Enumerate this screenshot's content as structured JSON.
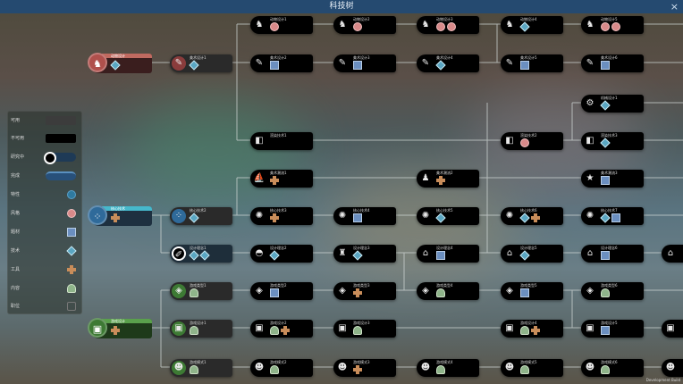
{
  "window": {
    "title": "科技树",
    "close_icon": "×"
  },
  "legend": {
    "items": [
      {
        "label": "可用",
        "swatch": "available"
      },
      {
        "label": "不可用",
        "swatch": "unavailable"
      },
      {
        "label": "研究中",
        "swatch": "in-progress"
      },
      {
        "label": "完成",
        "swatch": "completed"
      },
      {
        "label": "特性",
        "swatch": "feature"
      },
      {
        "label": "风格",
        "swatch": "style"
      },
      {
        "label": "题材",
        "swatch": "topic"
      },
      {
        "label": "技术",
        "swatch": "tech"
      },
      {
        "label": "工具",
        "swatch": "tool"
      },
      {
        "label": "内容",
        "swatch": "content"
      },
      {
        "label": "职位",
        "swatch": "position"
      }
    ]
  },
  "colors": {
    "title_bar": "#254a70",
    "root_red": "#b0504c",
    "root_cyan": "#46b8cc",
    "root_green": "#5aa04c",
    "node_bg": "#000000"
  },
  "roots": [
    {
      "label": "动物设计",
      "icon": "horse",
      "color": "red",
      "tags": [
        "tech"
      ]
    },
    {
      "label": "核心技术",
      "icon": "gear-grid",
      "color": "cyan",
      "tags": [
        "tool"
      ]
    },
    {
      "label": "游戏设计",
      "icon": "screen",
      "color": "green",
      "tags": [
        "tool"
      ]
    }
  ],
  "nodes": [
    {
      "label": "美术设计1",
      "icon": "brush",
      "tags": [
        "tech"
      ]
    },
    {
      "label": "动物设计1",
      "icon": "horse",
      "tags": [
        "style"
      ]
    },
    {
      "label": "动物设计2",
      "icon": "horse",
      "tags": [
        "style"
      ]
    },
    {
      "label": "动物设计3",
      "icon": "horse",
      "tags": [
        "style",
        "style"
      ]
    },
    {
      "label": "动物设计4",
      "icon": "horse",
      "tags": [
        "tech"
      ]
    },
    {
      "label": "动物设计5",
      "icon": "horse",
      "tags": [
        "style",
        "style"
      ]
    },
    {
      "label": "美术设计2",
      "icon": "brush",
      "tags": [
        "topic"
      ]
    },
    {
      "label": "美术设计3",
      "icon": "brush",
      "tags": [
        "topic"
      ]
    },
    {
      "label": "美术设计4",
      "icon": "brush",
      "tags": [
        "tech"
      ]
    },
    {
      "label": "美术设计5",
      "icon": "brush",
      "tags": [
        "topic"
      ]
    },
    {
      "label": "美术设计6",
      "icon": "brush",
      "tags": [
        "topic"
      ]
    },
    {
      "label": "机械设计1",
      "icon": "robot",
      "tags": [
        "tech"
      ]
    },
    {
      "label": "渲染技术1",
      "icon": "cube",
      "tags": []
    },
    {
      "label": "渲染技术2",
      "icon": "cube",
      "tags": [
        "style"
      ]
    },
    {
      "label": "渲染技术3",
      "icon": "cube",
      "tags": [
        "tech"
      ]
    },
    {
      "label": "美术潮流1",
      "icon": "sail",
      "tags": [
        "tool"
      ]
    },
    {
      "label": "美术潮流2",
      "icon": "bust",
      "tags": [
        "tool"
      ]
    },
    {
      "label": "美术潮流3",
      "icon": "star",
      "tags": [
        "topic"
      ]
    },
    {
      "label": "核心技术2",
      "icon": "gear-grid",
      "tags": [
        "tech"
      ]
    },
    {
      "label": "核心技术3",
      "icon": "gear",
      "tags": [
        "tool"
      ]
    },
    {
      "label": "核心技术4",
      "icon": "gear",
      "tags": [
        "topic"
      ]
    },
    {
      "label": "核心技术5",
      "icon": "gear",
      "tags": [
        "tech"
      ]
    },
    {
      "label": "核心技术6",
      "icon": "gear",
      "tags": [
        "tech",
        "tool"
      ]
    },
    {
      "label": "核心技术7",
      "icon": "gear",
      "tags": [
        "tech",
        "topic"
      ]
    },
    {
      "label": "设计理念1",
      "icon": "pen",
      "tags": [
        "tech",
        "tech"
      ]
    },
    {
      "label": "设计理念2",
      "icon": "dome",
      "tags": [
        "tech"
      ]
    },
    {
      "label": "设计理念3",
      "icon": "tower",
      "tags": [
        "tech"
      ]
    },
    {
      "label": "设计理念4",
      "icon": "temple",
      "tags": [
        "topic"
      ]
    },
    {
      "label": "设计理念5",
      "icon": "temple",
      "tags": [
        "tech"
      ]
    },
    {
      "label": "设计理念6",
      "icon": "temple",
      "tags": [
        "topic"
      ]
    },
    {
      "label": "游戏类型1",
      "icon": "gamepad",
      "tags": [
        "content"
      ]
    },
    {
      "label": "游戏类型2",
      "icon": "gamepad",
      "tags": [
        "topic"
      ]
    },
    {
      "label": "游戏类型3",
      "icon": "gamepad",
      "tags": [
        "tool"
      ]
    },
    {
      "label": "游戏类型4",
      "icon": "gamepad",
      "tags": [
        "content"
      ]
    },
    {
      "label": "游戏类型5",
      "icon": "gamepad",
      "tags": [
        "topic"
      ]
    },
    {
      "label": "游戏类型6",
      "icon": "gamepad",
      "tags": [
        "content"
      ]
    },
    {
      "label": "游戏设计1",
      "icon": "screen",
      "tags": [
        "content"
      ]
    },
    {
      "label": "游戏设计2",
      "icon": "screen",
      "tags": [
        "content",
        "tool"
      ]
    },
    {
      "label": "游戏设计3",
      "icon": "screen",
      "tags": [
        "content"
      ]
    },
    {
      "label": "游戏设计4",
      "icon": "screen",
      "tags": [
        "content",
        "tool"
      ]
    },
    {
      "label": "游戏设计5",
      "icon": "screen",
      "tags": [
        "topic"
      ]
    },
    {
      "label": "游戏模式1",
      "icon": "head",
      "tags": [
        "content"
      ]
    },
    {
      "label": "游戏模式2",
      "icon": "head",
      "tags": [
        "content"
      ]
    },
    {
      "label": "游戏模式3",
      "icon": "head",
      "tags": [
        "tool"
      ]
    },
    {
      "label": "游戏模式4",
      "icon": "head",
      "tags": [
        "content"
      ]
    },
    {
      "label": "游戏模式5",
      "icon": "head",
      "tags": [
        "content"
      ]
    },
    {
      "label": "游戏模式6",
      "icon": "head",
      "tags": [
        "content"
      ]
    }
  ],
  "footer": {
    "build_label": "Development Build"
  }
}
